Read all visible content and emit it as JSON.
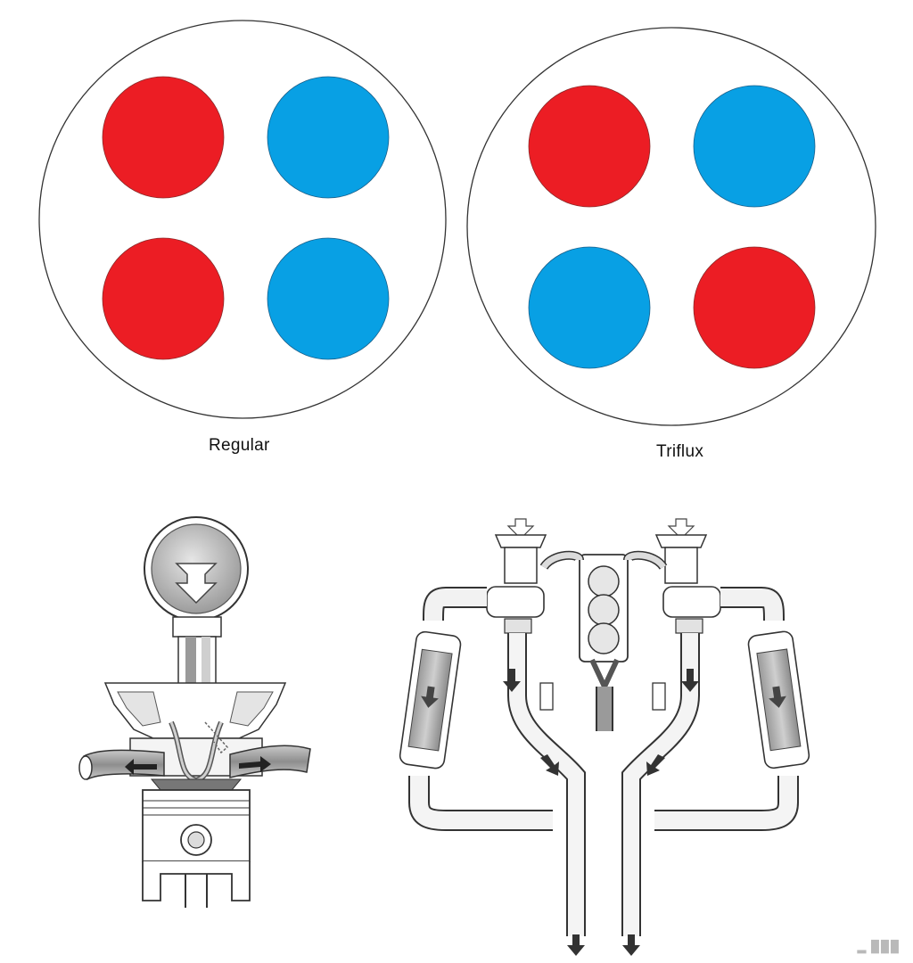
{
  "captions": {
    "regular": "Regular",
    "triflux": "Triflux"
  },
  "port_layouts": {
    "regular": [
      "red",
      "blue",
      "red",
      "blue"
    ],
    "triflux": [
      "red",
      "blue",
      "blue",
      "red"
    ]
  },
  "colors": {
    "exhaust": "#ec1d24",
    "intake": "#08a0e4",
    "outline": "#333333",
    "metal_light": "#d9d9d9",
    "metal_dark": "#8f8f8f",
    "arrow_dark": "#333333"
  },
  "watermark": "▂ ▉▉▉"
}
